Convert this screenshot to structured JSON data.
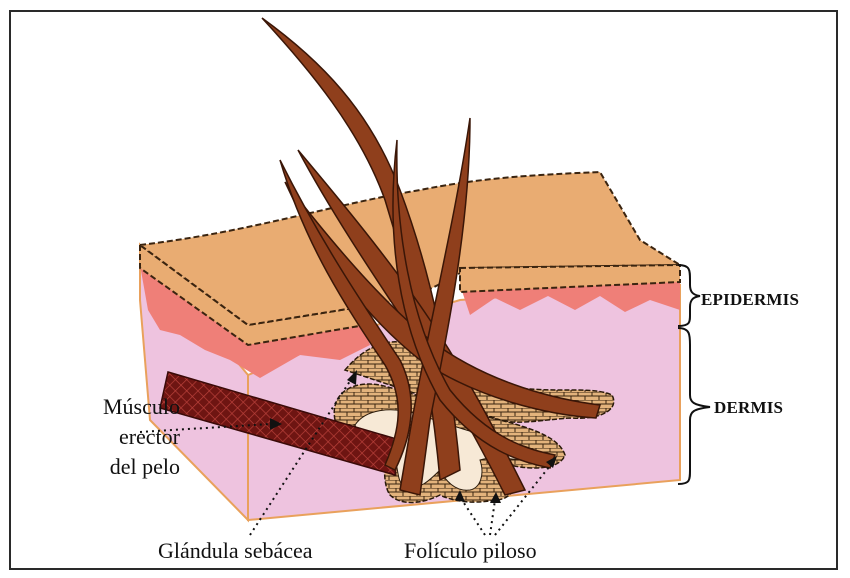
{
  "labels": {
    "muscle_line1": "Músculo",
    "muscle_line2": "erector",
    "muscle_line3": "del pelo",
    "gland": "Glándula sebácea",
    "follicle": "Folículo piloso",
    "epidermis": "EPIDERMIS",
    "dermis": "DERMIS"
  },
  "colors": {
    "epidermis_surface": "#e9ac72",
    "epidermis_pink_layer": "#ef7f78",
    "dermis": "#eec3df",
    "hair": "#8f3f1c",
    "hair_outline": "#3a1607",
    "muscle": "#6e1512",
    "follicle_wall": "#e3b37c",
    "block_outline": "#e9a15c"
  }
}
